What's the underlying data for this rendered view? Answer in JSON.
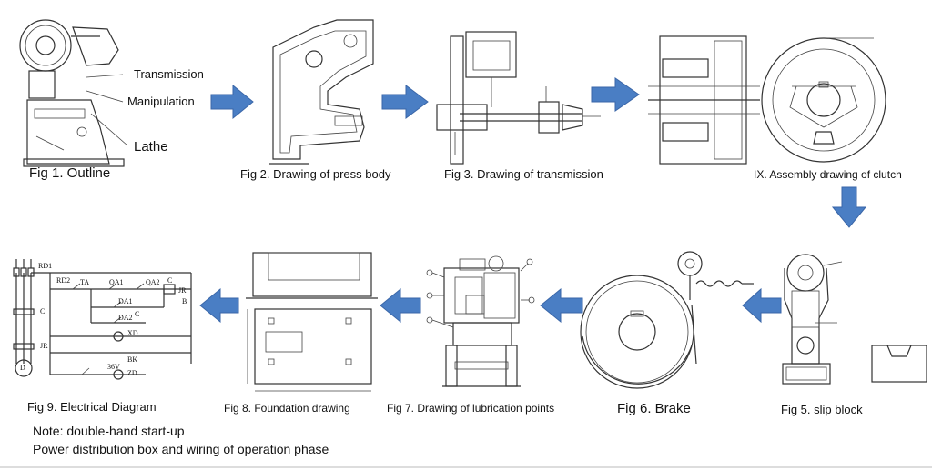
{
  "figures": {
    "fig1": {
      "caption": "Fig 1. Outline",
      "labels": {
        "transmission": "Transmission",
        "manipulation": "Manipulation",
        "lathe": "Lathe"
      }
    },
    "fig2": {
      "caption": "Fig 2. Drawing of press body"
    },
    "fig3": {
      "caption": "Fig 3. Drawing of transmission"
    },
    "fig4": {
      "caption": "IX. Assembly drawing of clutch"
    },
    "fig5": {
      "caption": "Fig 5. slip block"
    },
    "fig6": {
      "caption": "Fig 6. Brake"
    },
    "fig7": {
      "caption": "Fig 7. Drawing of lubrication points"
    },
    "fig8": {
      "caption": "Fig 8. Foundation drawing"
    },
    "fig9": {
      "caption": "Fig 9. Electrical Diagram",
      "labels": {
        "rd1": "RD1",
        "rd2": "RD2",
        "ta": "TA",
        "qa1": "QA1",
        "qa2": "QA2",
        "c1": "C",
        "jr1": "JR",
        "b": "B",
        "da1": "DA1",
        "c2": "C",
        "da2": "DA2",
        "xd": "XD",
        "bk": "BK",
        "v36": "36V",
        "zd": "ZD",
        "c3": "C",
        "jr2": "JR",
        "d": "D"
      }
    }
  },
  "notes": {
    "line1": "Note: double-hand start-up",
    "line2": "Power distribution box and wiring of operation phase"
  },
  "colors": {
    "arrow": "#4a7ec4",
    "arrow_stroke": "#3a66a8"
  }
}
